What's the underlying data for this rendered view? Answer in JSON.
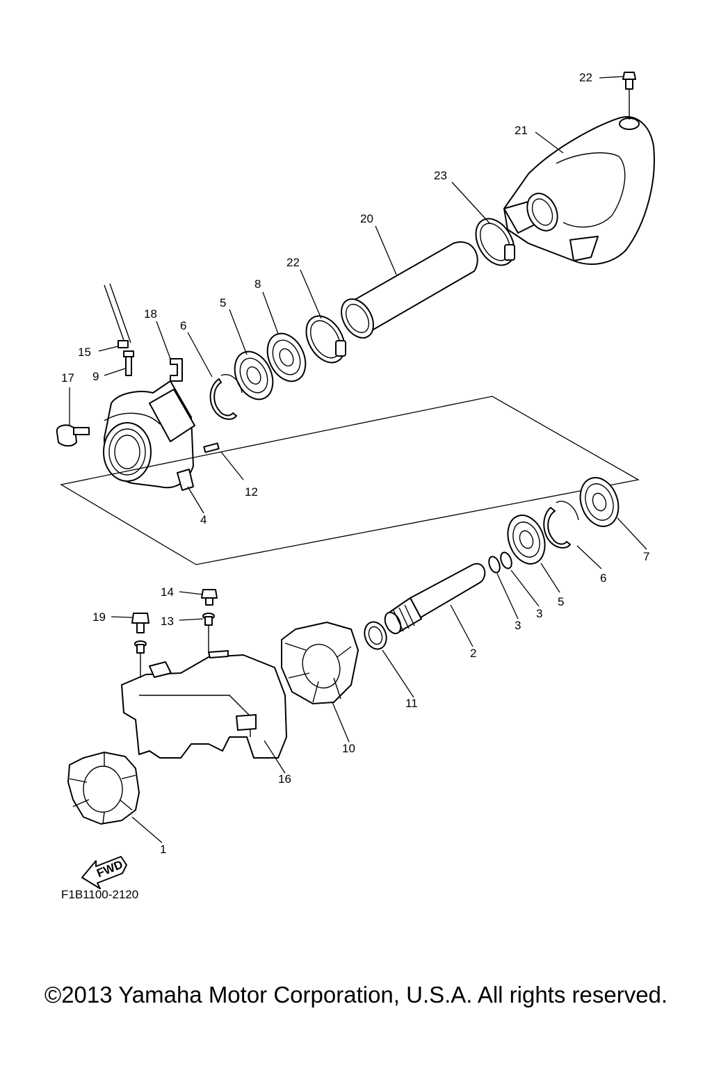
{
  "diagram": {
    "code": "F1B1100-2120",
    "fwd_label": "FWD",
    "callouts": {
      "c22a": "22",
      "c21": "21",
      "c23": "23",
      "c20": "20",
      "c22b": "22",
      "c8": "8",
      "c5a": "5",
      "c18": "18",
      "c6a": "6",
      "c15": "15",
      "c9": "9",
      "c17": "17",
      "c12": "12",
      "c4": "4",
      "c7": "7",
      "c6b": "6",
      "c5b": "5",
      "c3a": "3",
      "c3b": "3",
      "c2": "2",
      "c14": "14",
      "c13": "13",
      "c19": "19",
      "c11": "11",
      "c10": "10",
      "c16": "16",
      "c1": "1"
    }
  },
  "footer": {
    "copyright": "©2013 Yamaha Motor Corporation, U.S.A. All rights reserved."
  }
}
